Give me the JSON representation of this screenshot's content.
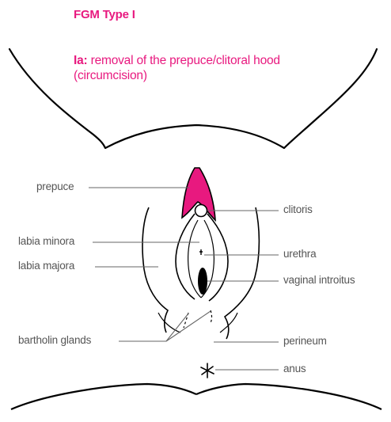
{
  "colors": {
    "accent": "#e8197f",
    "label_text": "#555555",
    "outline": "#000000",
    "leader": "#666666"
  },
  "heading": {
    "title": "FGM Type I",
    "subtitle_lead": "Ia:",
    "subtitle_rest": " removal of the prepuce/clitoral hood (circumcision)"
  },
  "labels": {
    "prepuce": "prepuce",
    "labia_minora": "labia minora",
    "labia_majora": "labia majora",
    "bartholin_glands": "bartholin glands",
    "clitoris": "clitoris",
    "urethra": "urethra",
    "vaginal_introitus": "vaginal introitus",
    "perineum": "perineum",
    "anus": "anus"
  }
}
